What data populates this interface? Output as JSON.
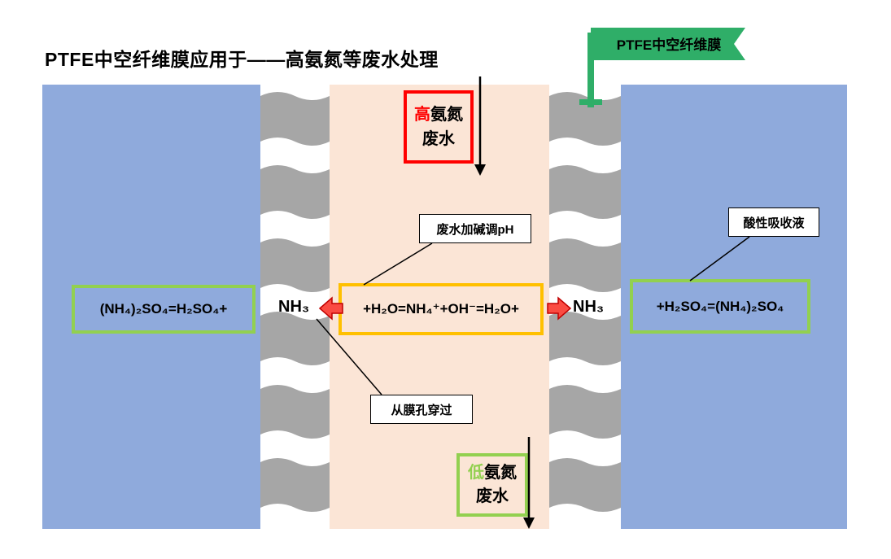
{
  "title": "PTFE中空纤维膜应用于——高氨氮等废水处理",
  "flag": {
    "label": "PTFE中空纤维膜"
  },
  "feed_box": {
    "highlight": "高",
    "rest": "氨氮",
    "line2": "废水"
  },
  "effluent_box": {
    "highlight": "低",
    "rest": "氨氮",
    "line2": "废水"
  },
  "callouts": {
    "ph": "废水加碱调pH",
    "pore": "从膜孔穿过",
    "acid": "酸性吸收液"
  },
  "formulas": {
    "left": "(NH₄)₂SO₄=H₂SO₄+",
    "center": "+H₂O=NH₄⁺+OH⁻=H₂O+",
    "right": "+H₂SO₄=(NH₄)₂SO₄",
    "nh3": "NH₃"
  },
  "colors": {
    "blue_panel": "#8FAADC",
    "peach_panel": "#FBE5D6",
    "membrane_gray": "#A6A6A6",
    "red_accent": "#FF0000",
    "orange_accent": "#FFC000",
    "green_accent": "#92D050",
    "flag_green": "#2FAE68",
    "arrow_red_fill": "#FA4B42",
    "arrow_red_stroke": "#C00000"
  }
}
